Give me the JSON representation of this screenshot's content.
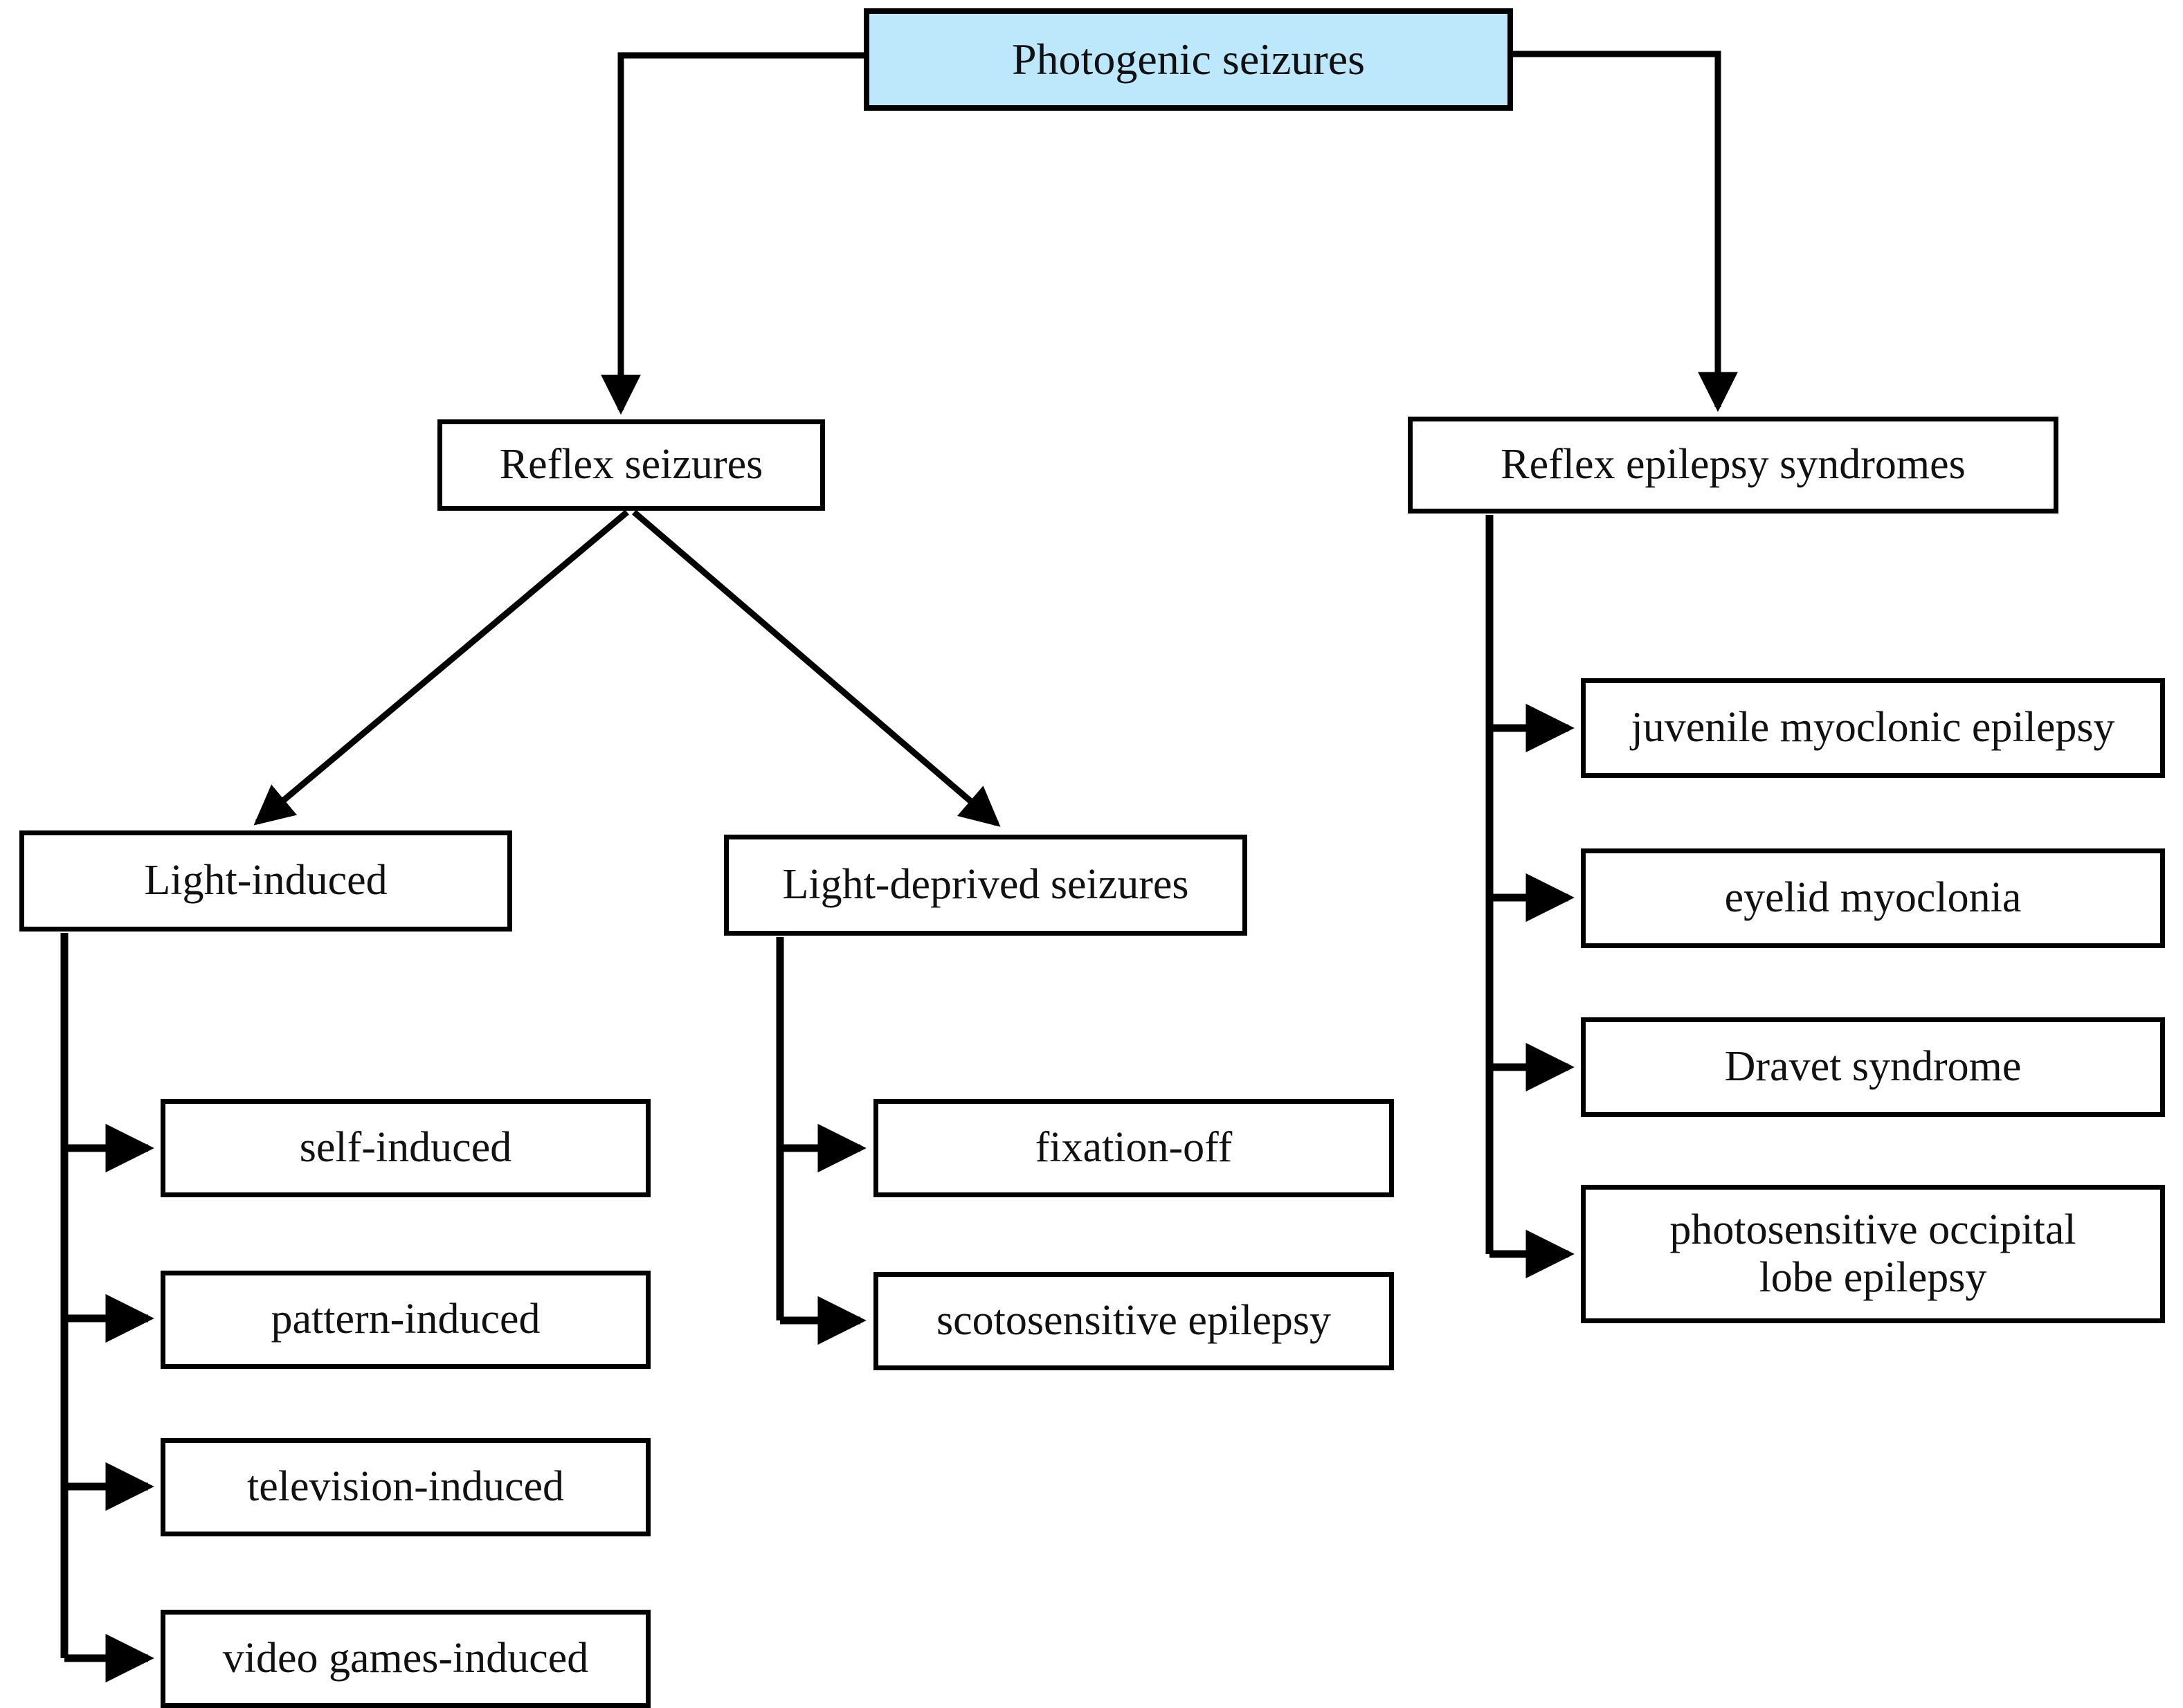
{
  "diagram": {
    "title": "Photogenic seizures",
    "type": "hierarchical-flowchart",
    "colors": {
      "root_fill": "#BDE7FA",
      "node_fill": "#FFFFFF",
      "stroke": "#000000",
      "text": "#111111",
      "background": "#FFFFFF"
    },
    "root": {
      "label": "Photogenic seizures"
    },
    "branches": [
      {
        "label": "Reflex seizures",
        "children": [
          {
            "label": "Light-induced",
            "children": [
              {
                "label": "self-induced"
              },
              {
                "label": "pattern-induced"
              },
              {
                "label": "television-induced"
              },
              {
                "label": "video games-induced"
              }
            ]
          },
          {
            "label": "Light-deprived seizures",
            "children": [
              {
                "label": "fixation-off"
              },
              {
                "label": "scotosensitive epilepsy"
              }
            ]
          }
        ]
      },
      {
        "label": "Reflex epilepsy syndromes",
        "children": [
          {
            "label": "juvenile myoclonic epilepsy"
          },
          {
            "label": "eyelid myoclonia"
          },
          {
            "label": "Dravet syndrome"
          },
          {
            "label": "photosensitive occipital\nlobe epilepsy"
          }
        ]
      }
    ],
    "nodes": {
      "root": "Photogenic seizures",
      "reflex_seizures": "Reflex seizures",
      "reflex_epilepsy_syndromes": "Reflex epilepsy syndromes",
      "light_induced": "Light-induced",
      "light_deprived": "Light-deprived seizures",
      "self_induced": "self-induced",
      "pattern_induced": "pattern-induced",
      "television_induced": "television-induced",
      "video_games_induced": "video games-induced",
      "fixation_off": "fixation-off",
      "scotosensitive_epilepsy": "scotosensitive epilepsy",
      "juvenile_myoclonic_epilepsy": "juvenile myoclonic epilepsy",
      "eyelid_myoclonia": "eyelid myoclonia",
      "dravet_syndrome": "Dravet syndrome",
      "photosensitive_occipital": "photosensitive occipital\nlobe epilepsy"
    }
  }
}
